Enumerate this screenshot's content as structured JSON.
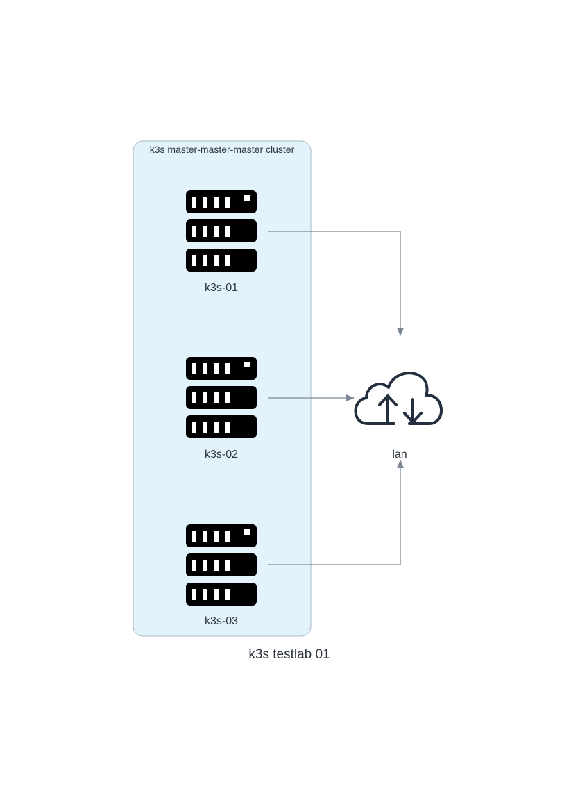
{
  "diagram": {
    "title": "k3s testlab 01",
    "cluster": {
      "label": "k3s master-master-master cluster",
      "fill": "#e2f3fc",
      "stroke": "#a9b8c6"
    },
    "nodes": [
      {
        "id": "k3s-01",
        "label": "k3s-01",
        "icon": "server-rack-icon"
      },
      {
        "id": "k3s-02",
        "label": "k3s-02",
        "icon": "server-rack-icon"
      },
      {
        "id": "k3s-03",
        "label": "k3s-03",
        "icon": "server-rack-icon"
      }
    ],
    "lan": {
      "id": "lan",
      "label": "lan",
      "icon": "cloud-upload-download-icon"
    },
    "edges": [
      {
        "from": "k3s-01",
        "to": "lan"
      },
      {
        "from": "k3s-02",
        "to": "lan"
      },
      {
        "from": "k3s-03",
        "to": "lan"
      }
    ],
    "colors": {
      "edge": "#7b8794",
      "icon": "#000000",
      "cloud": "#232f3e",
      "text": "#2f3640"
    }
  }
}
